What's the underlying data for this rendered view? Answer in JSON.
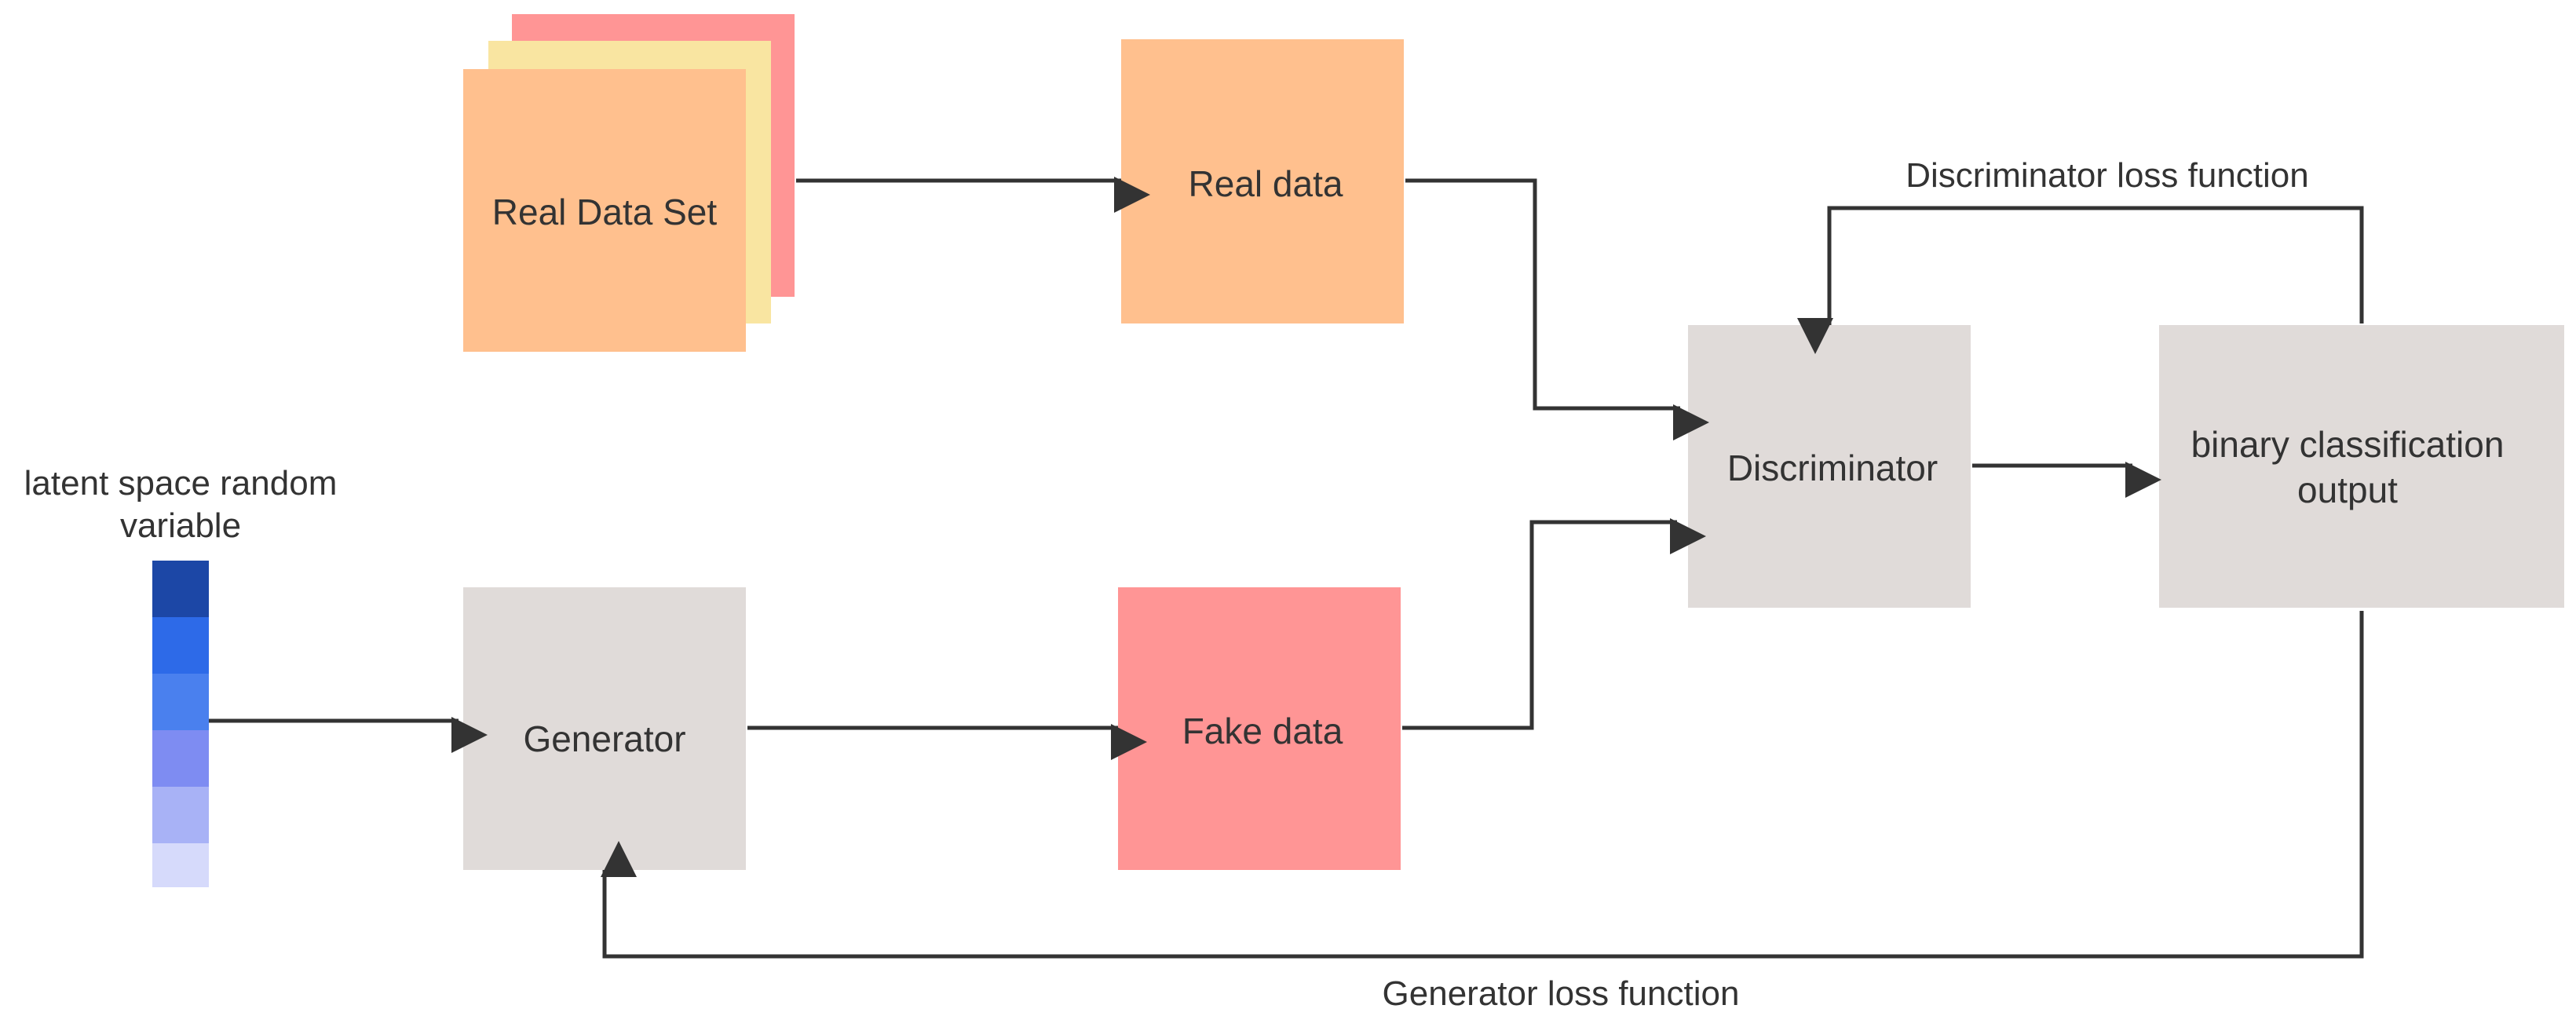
{
  "diagram": {
    "nodes": {
      "real_data_set": {
        "label": "Real Data Set"
      },
      "real_data": {
        "label": "Real data"
      },
      "latent_variable": {
        "label_line1": "latent space random",
        "label_line2": "variable"
      },
      "generator": {
        "label": "Generator"
      },
      "fake_data": {
        "label": "Fake data"
      },
      "discriminator": {
        "label": "Discriminator"
      },
      "output": {
        "label_line1": "binary classification",
        "label_line2": "output"
      }
    },
    "edge_labels": {
      "discriminator_loss": "Discriminator loss function",
      "generator_loss": "Generator loss function"
    },
    "colors": {
      "orange": "#FFC08E",
      "yellow": "#F9E5A1",
      "pink": "#FF9595",
      "gray": "#E0DBD9",
      "line": "#333333",
      "latent_cells": [
        "#1C47A6",
        "#2D6AE8",
        "#4A80EE",
        "#7E8CF2",
        "#A8B2F6",
        "#D6DAFB"
      ]
    }
  }
}
